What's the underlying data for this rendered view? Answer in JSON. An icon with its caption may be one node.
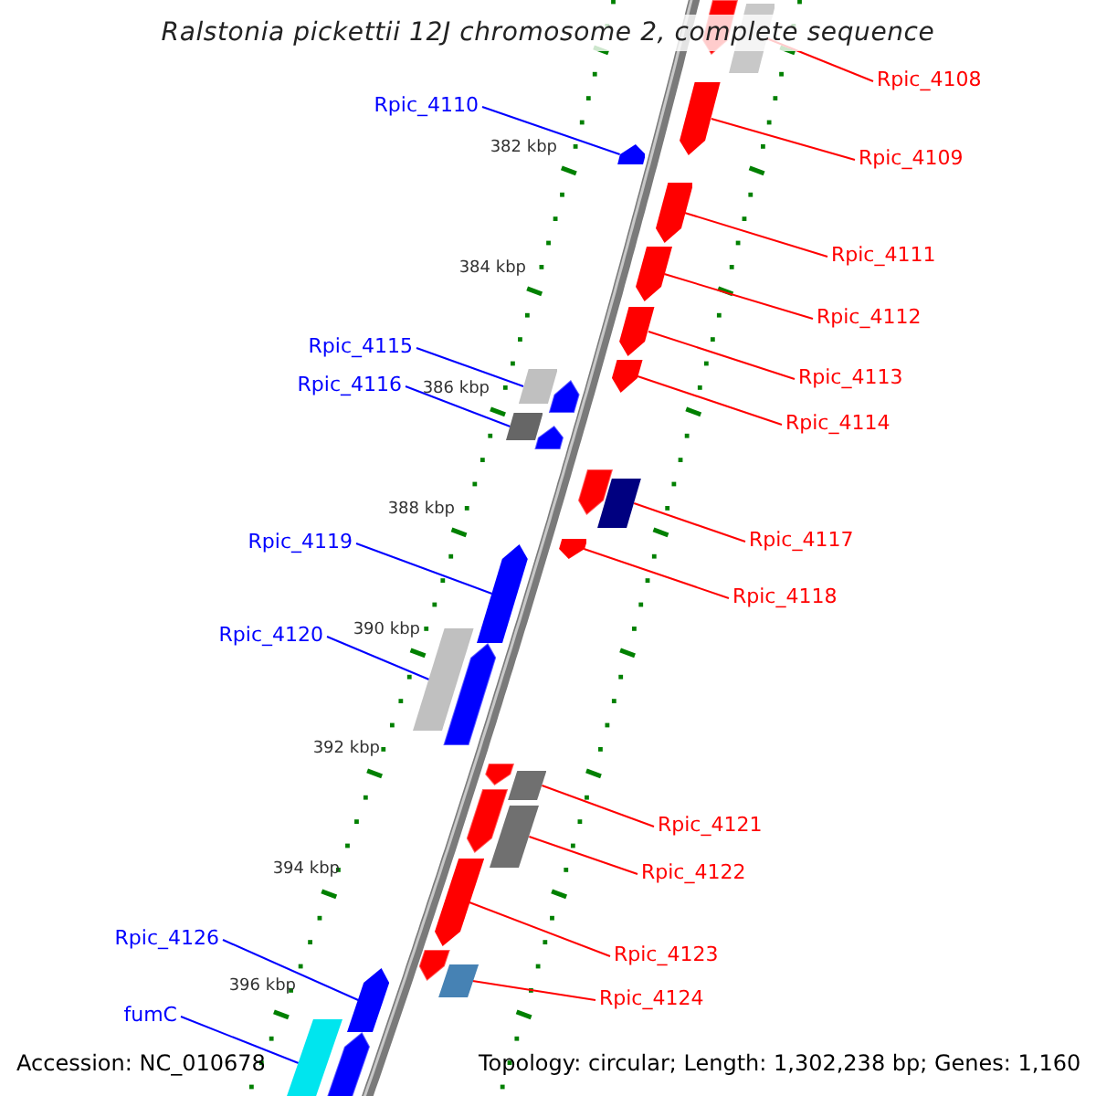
{
  "diagram": {
    "title": "Ralstonia pickettii 12J chromosome 2, complete sequence",
    "nodes": [
      {
        "text": [
          "Rpic_4108"
        ]
      },
      {
        "text": [
          "Rpic_4110"
        ]
      },
      {
        "text": [
          "Rpic_4109"
        ]
      },
      {
        "text": [
          "Rpic_4111"
        ]
      },
      {
        "text": [
          "Rpic_4112"
        ]
      },
      {
        "text": [
          "Rpic_4115"
        ]
      },
      {
        "text": [
          "Rpic_4113"
        ]
      },
      {
        "text": [
          "Rpic_4116"
        ]
      },
      {
        "text": [
          "Rpic_4114"
        ]
      },
      {
        "text": [
          "Rpic_4117"
        ]
      },
      {
        "text": [
          "Rpic_4119"
        ]
      },
      {
        "text": [
          "Rpic_4118"
        ]
      },
      {
        "text": [
          "Rpic_4120"
        ]
      },
      {
        "text": [
          "Rpic_4121"
        ]
      },
      {
        "text": [
          "Rpic_4122"
        ]
      },
      {
        "text": [
          "Rpic_4126"
        ]
      },
      {
        "text": [
          "Rpic_4123"
        ]
      },
      {
        "text": [
          "Rpic_4124"
        ]
      },
      {
        "text": [
          "fumC"
        ]
      },
      {
        "text": [],
        "shape": "box"
      },
      {
        "text": [],
        "shape": "arrow"
      },
      {
        "text": [],
        "shape": "arrow"
      },
      {
        "text": [],
        "shape": "arrow"
      },
      {
        "text": [],
        "shape": "arrow"
      },
      {
        "text": [],
        "shape": "arrow"
      },
      {
        "text": [],
        "shape": "arrow"
      },
      {
        "text": [],
        "shape": "box"
      },
      {
        "text": [],
        "shape": "box"
      },
      {
        "text": [],
        "shape": "box"
      },
      {
        "text": [],
        "shape": "arrow"
      },
      {
        "text": [],
        "shape": "arrow"
      },
      {
        "text": [],
        "shape": "box"
      },
      {
        "text": [],
        "shape": "box"
      },
      {
        "text": [],
        "shape": "box"
      },
      {
        "text": [],
        "shape": "arrow"
      },
      {
        "text": [],
        "shape": "box"
      },
      {
        "text": [],
        "shape": "arrow"
      },
      {
        "text": [],
        "shape": "box"
      }
    ],
    "edges": [
      {
        "from": 0,
        "to": 19,
        "arrow": "none"
      },
      {
        "from": 1,
        "to": 21,
        "arrow": "none",
        "color": "#0000ff"
      },
      {
        "from": 2,
        "to": 20,
        "arrow": "none"
      },
      {
        "from": 3,
        "to": 22,
        "arrow": "none"
      },
      {
        "from": 4,
        "to": 23,
        "arrow": "none"
      },
      {
        "from": 5,
        "to": 26,
        "arrow": "none",
        "color": "#0000ff"
      },
      {
        "from": 6,
        "to": 24,
        "arrow": "none"
      },
      {
        "from": 7,
        "to": 27,
        "arrow": "none",
        "color": "#0000ff"
      },
      {
        "from": 8,
        "to": 25,
        "arrow": "none"
      },
      {
        "from": 9,
        "to": 28,
        "arrow": "none"
      },
      {
        "from": 10,
        "to": 30,
        "arrow": "none",
        "color": "#0000ff"
      },
      {
        "from": 11,
        "to": 29,
        "arrow": "none"
      },
      {
        "from": 12,
        "to": 31,
        "arrow": "none",
        "color": "#0000ff"
      },
      {
        "from": 13,
        "to": 32,
        "arrow": "none"
      },
      {
        "from": 14,
        "to": 33,
        "arrow": "none"
      },
      {
        "from": 15,
        "to": 36,
        "arrow": "none",
        "color": "#0000ff"
      },
      {
        "from": 16,
        "to": 34,
        "arrow": "none"
      },
      {
        "from": 17,
        "to": 35,
        "arrow": "none"
      },
      {
        "from": 18,
        "to": 37,
        "arrow": "none",
        "color": "#0000ff"
      }
    ],
    "labels": [
      "382 kbp",
      "384 kbp",
      "386 kbp",
      "388 kbp",
      "390 kbp",
      "392 kbp",
      "394 kbp",
      "396 kbp",
      "Accession: NC_010678",
      "Topology: circular; Length: 1,302,238 bp; Genes: 1,160"
    ]
  }
}
